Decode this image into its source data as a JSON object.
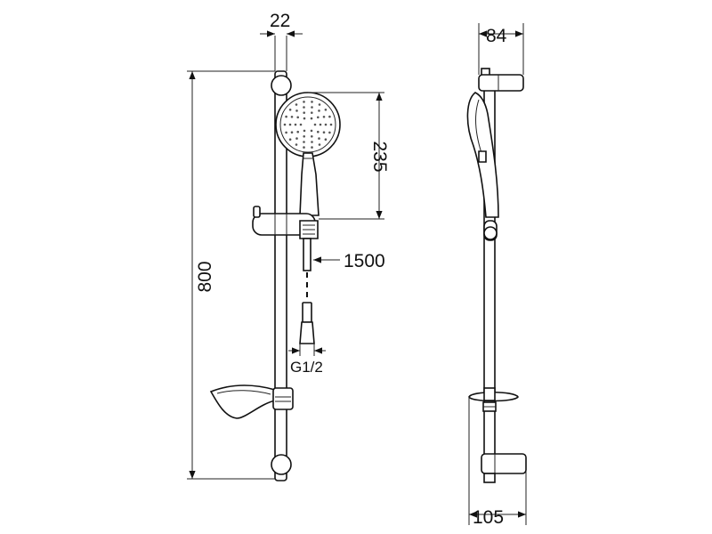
{
  "dimensions": {
    "rail_diameter": "22",
    "rail_length": "800",
    "head_diameter": "235",
    "hose_length": "1500",
    "thread": "G1/2",
    "side_top_depth": "84",
    "side_bottom_depth": "105"
  }
}
